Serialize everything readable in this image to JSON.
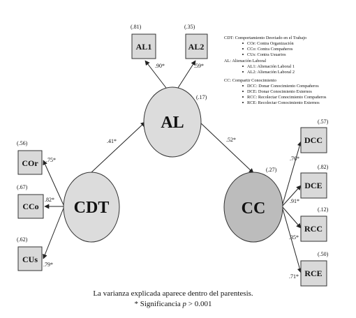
{
  "latents": {
    "al": {
      "label": "AL",
      "r2": "(.17)",
      "color": "#dcdcdc"
    },
    "cdt": {
      "label": "CDT",
      "r2": "",
      "color": "#dcdcdc"
    },
    "cc": {
      "label": "CC",
      "r2": "(.27)",
      "color": "#bcbcbc"
    }
  },
  "indicators": {
    "al1": {
      "label": "AL1",
      "r2": "(.81)"
    },
    "al2": {
      "label": "AL2",
      "r2": "(.35)"
    },
    "cor": {
      "label": "COr",
      "r2": "(.56)"
    },
    "cco": {
      "label": "CCo",
      "r2": "(.67)"
    },
    "cus": {
      "label": "CUs",
      "r2": "(.62)"
    },
    "dcc": {
      "label": "DCC",
      "r2": "(.57)"
    },
    "dce": {
      "label": "DCE",
      "r2": "(.82)"
    },
    "rcc": {
      "label": "RCC",
      "r2": "(.12)"
    },
    "rce": {
      "label": "RCE",
      "r2": "(.50)"
    }
  },
  "paths": {
    "al1": ".90*",
    "al2": ".59*",
    "cor": ".75*",
    "cco": ".82*",
    "cus": ".79*",
    "dcc": ".76*",
    "dce": ".91*",
    "rcc": ".35*",
    "rce": ".71*",
    "cdt_al": ".41*",
    "al_cc": ".52*"
  },
  "legend": {
    "cdt_title": "CDT: Comportamiento Desviado en el Trabajo",
    "cdt_items": [
      "COr: Contra Organización",
      "CCo: Contra Compañeros",
      "CUs: Contra Usuarios"
    ],
    "al_title": "AL: Alienación Laboral",
    "al_items": [
      "AL1: Alienación Laboral 1",
      "AL2: Alienación Laboral 2"
    ],
    "cc_title": "CC: Compartir Conocimiento",
    "cc_items": [
      "DCC: Donar Conocimiento Compañeros",
      "DCE: Donar Conocimiento Externos",
      "RCC: Recolectar Conocimiento Compañeros",
      "RCE: Recolectar Conocimiento Externos"
    ]
  },
  "caption": {
    "line1": "La varianza explicada aparece dentro del parentesis.",
    "line2_prefix": "* Significancia ",
    "line2_p": "p",
    "line2_suffix": " > 0.001"
  }
}
